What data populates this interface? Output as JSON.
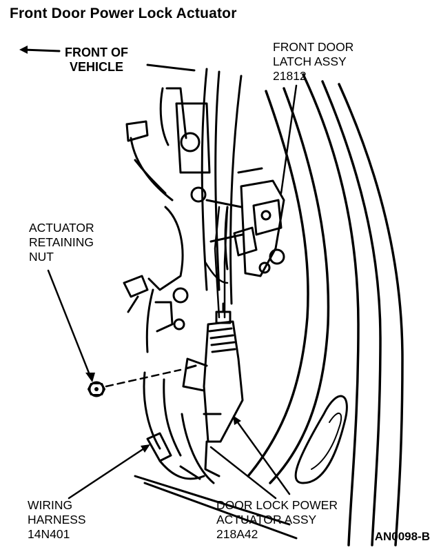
{
  "title": "Front Door Power Lock Actuator",
  "labels": {
    "front_of_vehicle": "FRONT OF\nVEHICLE",
    "latch": "FRONT DOOR\nLATCH ASSY\n21812",
    "retaining_nut": "ACTUATOR\nRETAINING\nNUT",
    "wiring_harness": "WIRING\nHARNESS\n14N401",
    "actuator": "DOOR LOCK POWER\nACTUATOR ASSY\n218A42"
  },
  "figure_code": "AN0098-B"
}
